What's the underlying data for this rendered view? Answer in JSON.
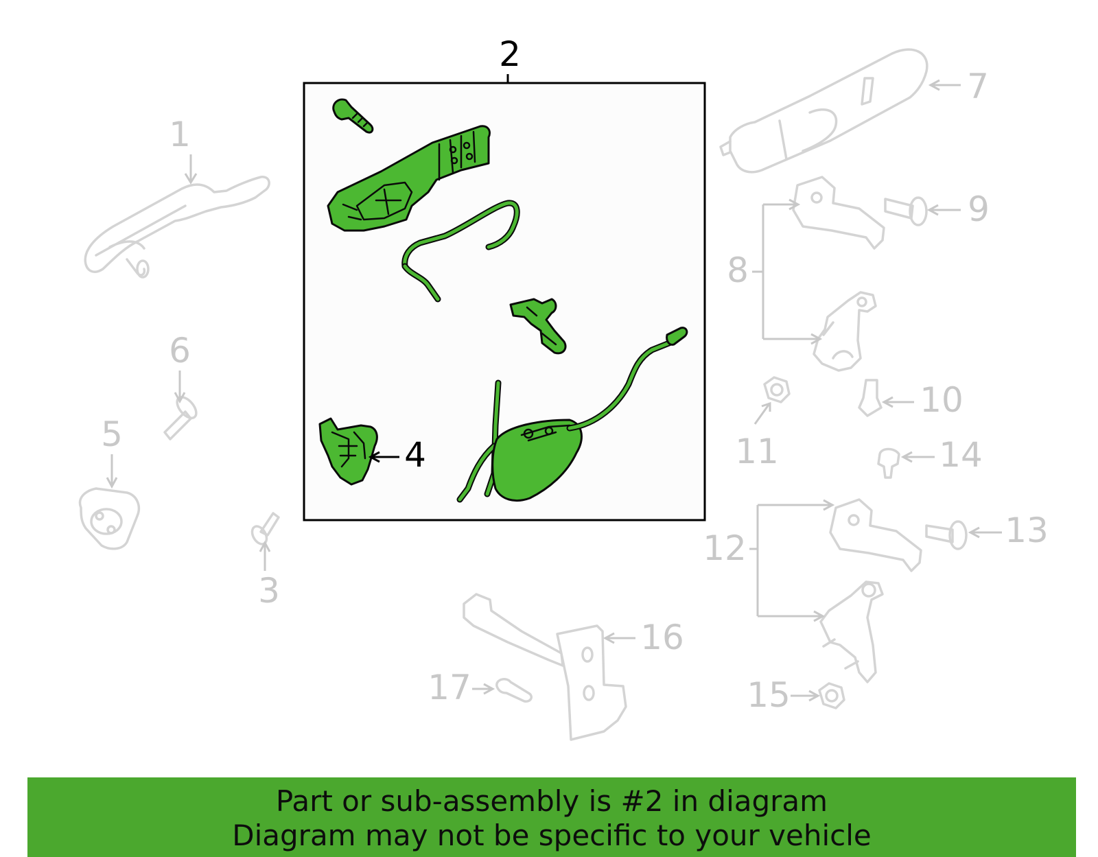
{
  "diagram": {
    "callouts": {
      "c1": "1",
      "c2": "2",
      "c3": "3",
      "c4": "4",
      "c5": "5",
      "c6": "6",
      "c7": "7",
      "c8": "8",
      "c9": "9",
      "c10": "10",
      "c11": "11",
      "c12": "12",
      "c13": "13",
      "c14": "14",
      "c15": "15",
      "c16": "16",
      "c17": "17"
    },
    "highlighted_part": "2",
    "colors": {
      "highlight": "#4cb832",
      "ghost": "#d4d4d4",
      "banner": "#4ba82e"
    }
  },
  "banner": {
    "line1": "Part or sub-assembly is #2 in diagram",
    "line2": "Diagram may not be specific to your vehicle"
  }
}
